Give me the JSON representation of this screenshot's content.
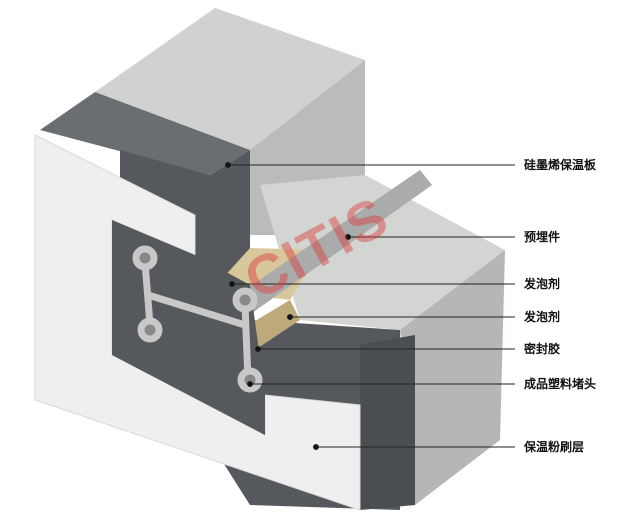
{
  "labels": [
    {
      "text": "硅墨烯保温板"
    },
    {
      "text": "预埋件"
    },
    {
      "text": "发泡剂"
    },
    {
      "text": "发泡剂"
    },
    {
      "text": "密封胶"
    },
    {
      "text": "成品塑料堵头"
    },
    {
      "text": "保温粉刷层"
    }
  ],
  "watermark": "CITIS",
  "colors": {
    "concrete": "#c8cbc7",
    "insulation": "#5b5e63",
    "render": "#efefef",
    "foam": "#d8c79a"
  }
}
